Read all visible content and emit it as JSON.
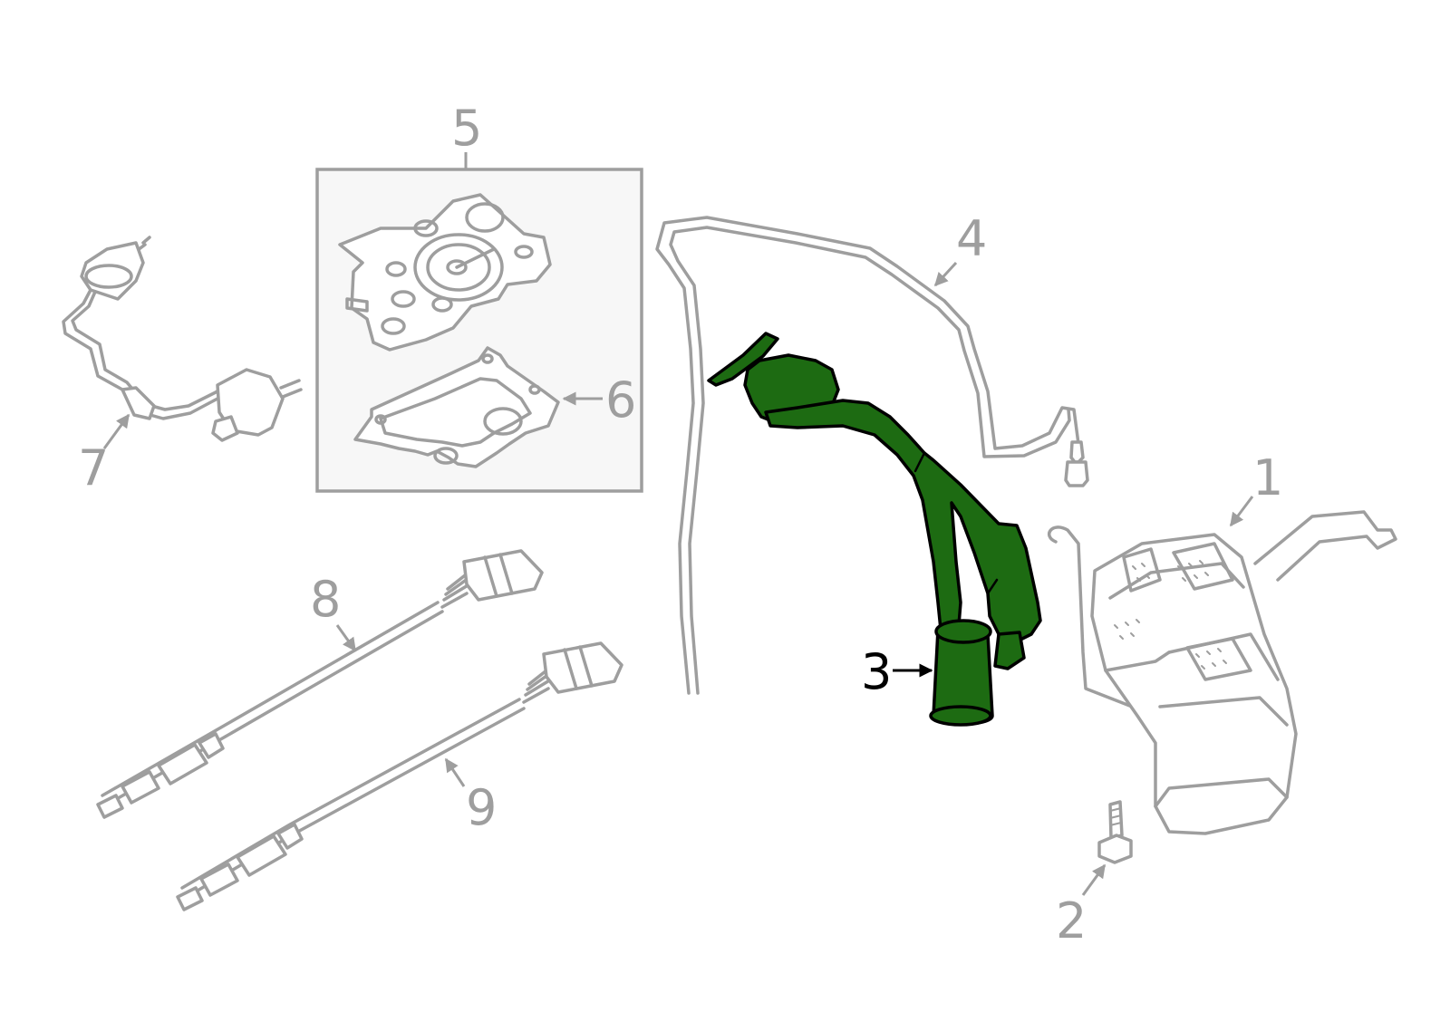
{
  "diagram": {
    "highlight_color": "#1d6b12",
    "part_color": "#9e9e9e",
    "active_callout": "3",
    "callouts": [
      {
        "label": "1"
      },
      {
        "label": "2"
      },
      {
        "label": "3"
      },
      {
        "label": "4"
      },
      {
        "label": "5"
      },
      {
        "label": "6"
      },
      {
        "label": "7"
      },
      {
        "label": "8"
      },
      {
        "label": "9"
      }
    ]
  }
}
